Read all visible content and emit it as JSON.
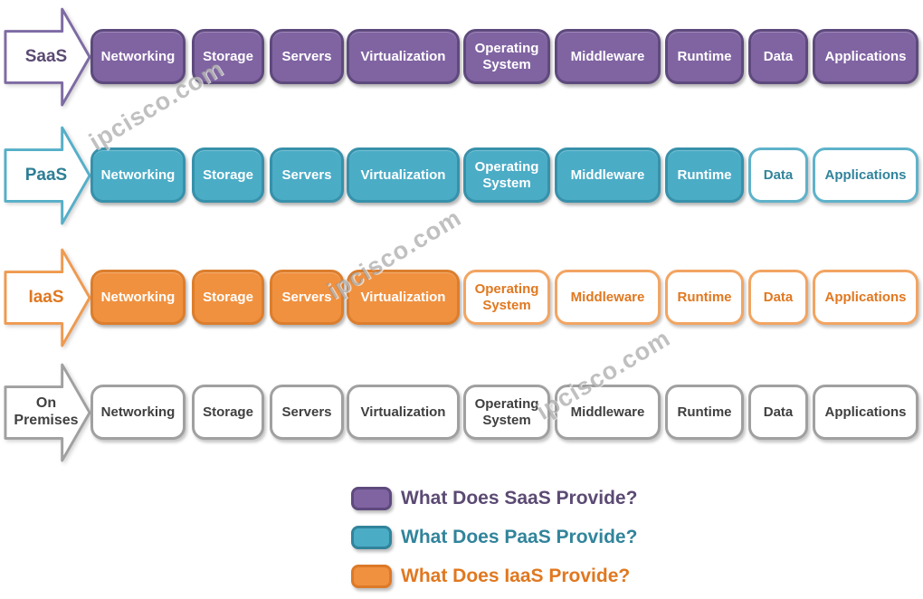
{
  "diagram": {
    "watermark": {
      "text": "ipcisco.com"
    },
    "columns": [
      "Networking",
      "Storage",
      "Servers",
      "Virtualization",
      "Operating System",
      "Middleware",
      "Runtime",
      "Data",
      "Applications"
    ],
    "rows": [
      {
        "id": "saas",
        "label": "SaaS",
        "theme": "purple",
        "filled_boxes": 9
      },
      {
        "id": "paas",
        "label": "PaaS",
        "theme": "teal",
        "filled_boxes": 7
      },
      {
        "id": "iaas",
        "label": "IaaS",
        "theme": "orange",
        "filled_boxes": 4
      },
      {
        "id": "on-premises",
        "label": "On Premises",
        "theme": "gray",
        "filled_boxes": 0
      }
    ],
    "themes": {
      "purple": {
        "fill": "#8064A2",
        "fill_border": "#5E4A7D",
        "fill_text": "#FFFFFF",
        "outline_border": "#9B85B8",
        "outline_text": "#5B4A73",
        "arrow_border": "#7E6BA3",
        "arrow_text": "#5B4A73"
      },
      "teal": {
        "fill": "#4BACC6",
        "fill_border": "#3791AB",
        "fill_text": "#FFFFFF",
        "outline_border": "#5FB2CA",
        "outline_text": "#31849B",
        "arrow_border": "#55AFC8",
        "arrow_text": "#2E7E96"
      },
      "orange": {
        "fill": "#F0913F",
        "fill_border": "#DC7E2D",
        "fill_text": "#FFFFFF",
        "outline_border": "#F2A562",
        "outline_text": "#E07820",
        "arrow_border": "#EF9A50",
        "arrow_text": "#E07820"
      },
      "gray": {
        "fill": "#FFFFFF",
        "fill_border": "#A0A0A0",
        "fill_text": "#3F3F3F",
        "outline_border": "#A0A0A0",
        "outline_text": "#3F3F3F",
        "arrow_border": "#A0A0A0",
        "arrow_text": "#404040"
      }
    },
    "legend": [
      {
        "id": "saas",
        "label": "What Does SaaS Provide?",
        "swatch_fill": "#8064A2",
        "swatch_border": "#5E4A7D",
        "text_color": "#5B4A73"
      },
      {
        "id": "paas",
        "label": "What Does PaaS Provide?",
        "swatch_fill": "#4BACC6",
        "swatch_border": "#31849B",
        "text_color": "#31849B"
      },
      {
        "id": "iaas",
        "label": "What Does IaaS Provide?",
        "swatch_fill": "#F0913F",
        "swatch_border": "#DC7A28",
        "text_color": "#E07820"
      }
    ]
  }
}
